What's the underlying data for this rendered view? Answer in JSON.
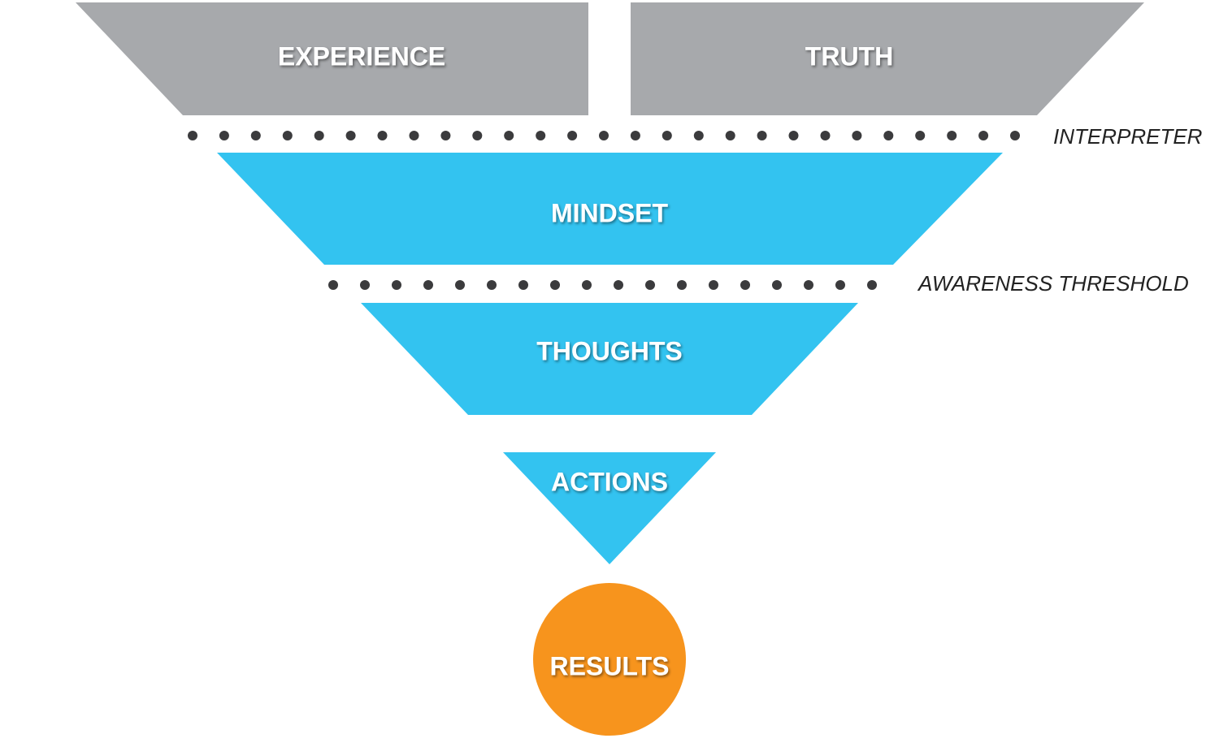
{
  "diagram": {
    "top_left": {
      "label": "EXPERIENCE"
    },
    "top_right": {
      "label": "TRUTH"
    },
    "divider_1": {
      "label": "INTERPRETER"
    },
    "level_1": {
      "label": "MINDSET"
    },
    "divider_2": {
      "label": "AWARENESS THRESHOLD"
    },
    "level_2": {
      "label": "THOUGHTS"
    },
    "level_3": {
      "label": "ACTIONS"
    },
    "outcome": {
      "label": "RESULTS"
    }
  },
  "colors": {
    "gray": "#a7a9ac",
    "blue": "#33c3f0",
    "orange": "#f7941d",
    "dots": "#3b3b3d"
  }
}
